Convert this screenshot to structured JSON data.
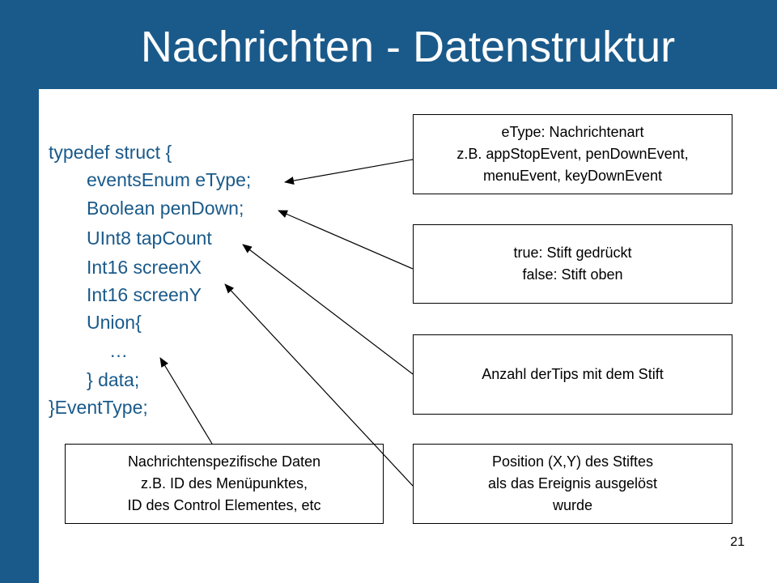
{
  "slide": {
    "title": "Nachrichten - Datenstruktur",
    "page_number": "21",
    "colors": {
      "accent": "#1a5a8a",
      "text": "#1a5a8a",
      "background": "#ffffff"
    }
  },
  "code": {
    "lines": [
      "typedef struct {",
      "eventsEnum eType;",
      "Boolean penDown;",
      "UInt8 tapCount",
      "Int16 screenX",
      "Int16 screenY",
      "Union{",
      "…",
      "} data;",
      "}EventType;"
    ]
  },
  "annotations": {
    "etype": {
      "lines": [
        "eType: Nachrichtenart",
        "z.B. appStopEvent, penDownEvent,",
        "menuEvent, keyDownEvent"
      ]
    },
    "pendown": {
      "lines": [
        "true: Stift gedrückt",
        "false: Stift oben"
      ]
    },
    "tapcount": {
      "lines": [
        "Anzahl derTips mit dem Stift"
      ]
    },
    "data": {
      "lines": [
        "Nachrichtenspezifische Daten",
        "z.B. ID des Menüpunktes,",
        "ID des Control Elementes, etc"
      ]
    },
    "position": {
      "lines": [
        "Position (X,Y) des Stiftes",
        "als das Ereignis ausgelöst",
        "wurde"
      ]
    }
  }
}
